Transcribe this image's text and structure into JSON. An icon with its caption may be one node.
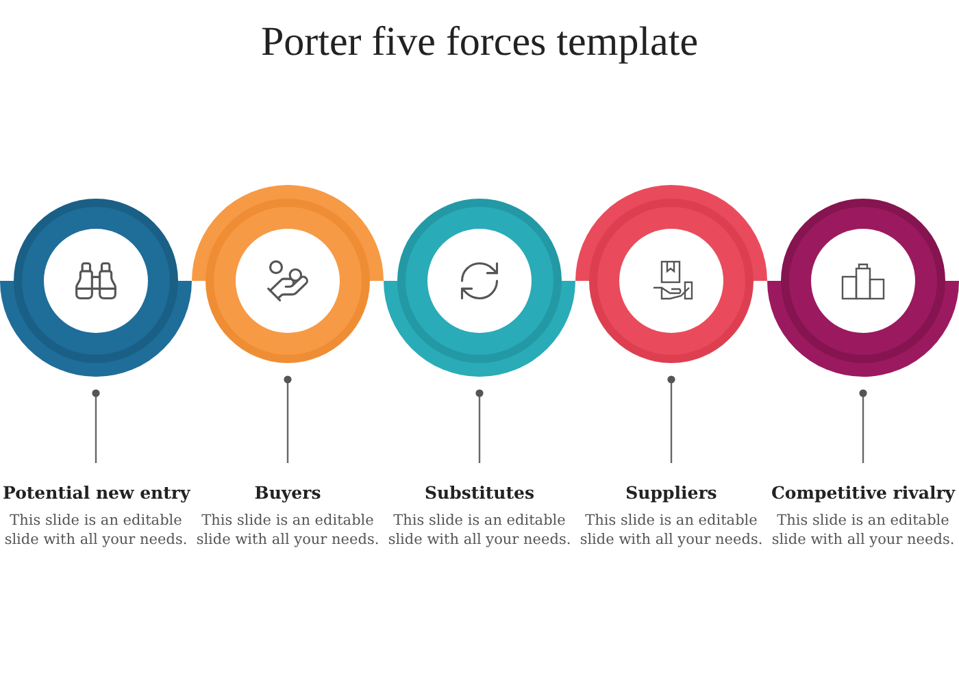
{
  "diagram": {
    "title": "Porter five forces template",
    "nodes": [
      {
        "text": [],
        "shape": "circle"
      },
      {
        "text": [
          "Potential new entry",
          "This slide is an editable slide with all your needs."
        ]
      },
      {
        "text": [],
        "shape": "circle"
      },
      {
        "text": [
          "Buyers",
          "This slide is an editable slide with all your needs."
        ]
      },
      {
        "text": [],
        "shape": "circle"
      },
      {
        "text": [
          "Substitutes",
          "This slide is an editable slide with all your needs."
        ]
      },
      {
        "text": [],
        "shape": "circle"
      },
      {
        "text": [
          "Suppliers",
          "This slide is an editable slide with all your needs."
        ]
      },
      {
        "text": [],
        "shape": "circle"
      },
      {
        "text": [
          "Competitive rivalry",
          "This slide is an editable slide with all your needs."
        ]
      }
    ],
    "edges": [
      {
        "from": 0,
        "to": 1,
        "arrow": "other"
      },
      {
        "from": 2,
        "to": 3,
        "arrow": "other"
      },
      {
        "from": 4,
        "to": 5,
        "arrow": "other"
      },
      {
        "from": 6,
        "to": 7,
        "arrow": "other"
      },
      {
        "from": 8,
        "to": 9,
        "arrow": "other"
      }
    ]
  }
}
